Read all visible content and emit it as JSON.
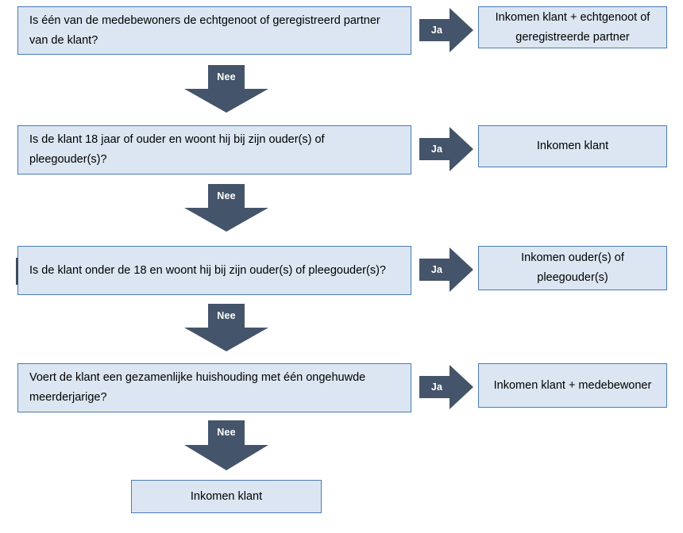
{
  "diagram": {
    "title_text": "",
    "colors": {
      "box_fill": "#dce6f2",
      "box_border": "#4a7ab5",
      "arrow_fill": "#44546a",
      "arrow_label_text": "#ffffff",
      "box_text": "#000000",
      "background": "#ffffff"
    },
    "labels": {
      "yes": "Ja",
      "no": "Nee"
    },
    "rows": [
      {
        "question": "Is één van de medebewoners de echtgenoot of geregistreerd partner van de klant?",
        "yes_label": "Ja",
        "outcome": "Inkomen klant + echtgenoot of geregistreerde partner",
        "no_label": "Nee"
      },
      {
        "question": "Is de klant 18 jaar of ouder en woont hij bij zijn ouder(s) of pleegouder(s)?",
        "yes_label": "Ja",
        "outcome": "Inkomen klant",
        "no_label": "Nee"
      },
      {
        "question": "Is de klant onder de 18 en woont hij bij zijn ouder(s) of pleegouder(s)?",
        "yes_label": "Ja",
        "outcome": "Inkomen ouder(s) of pleegouder(s)",
        "no_label": "Nee"
      },
      {
        "question": "Voert de klant een gezamenlijke huishouding met één ongehuwde meerderjarige?",
        "yes_label": "Ja",
        "outcome": "Inkomen klant + medebewoner",
        "no_label": "Nee"
      }
    ],
    "final": {
      "no_label": "Nee",
      "outcome": "Inkomen klant"
    }
  }
}
